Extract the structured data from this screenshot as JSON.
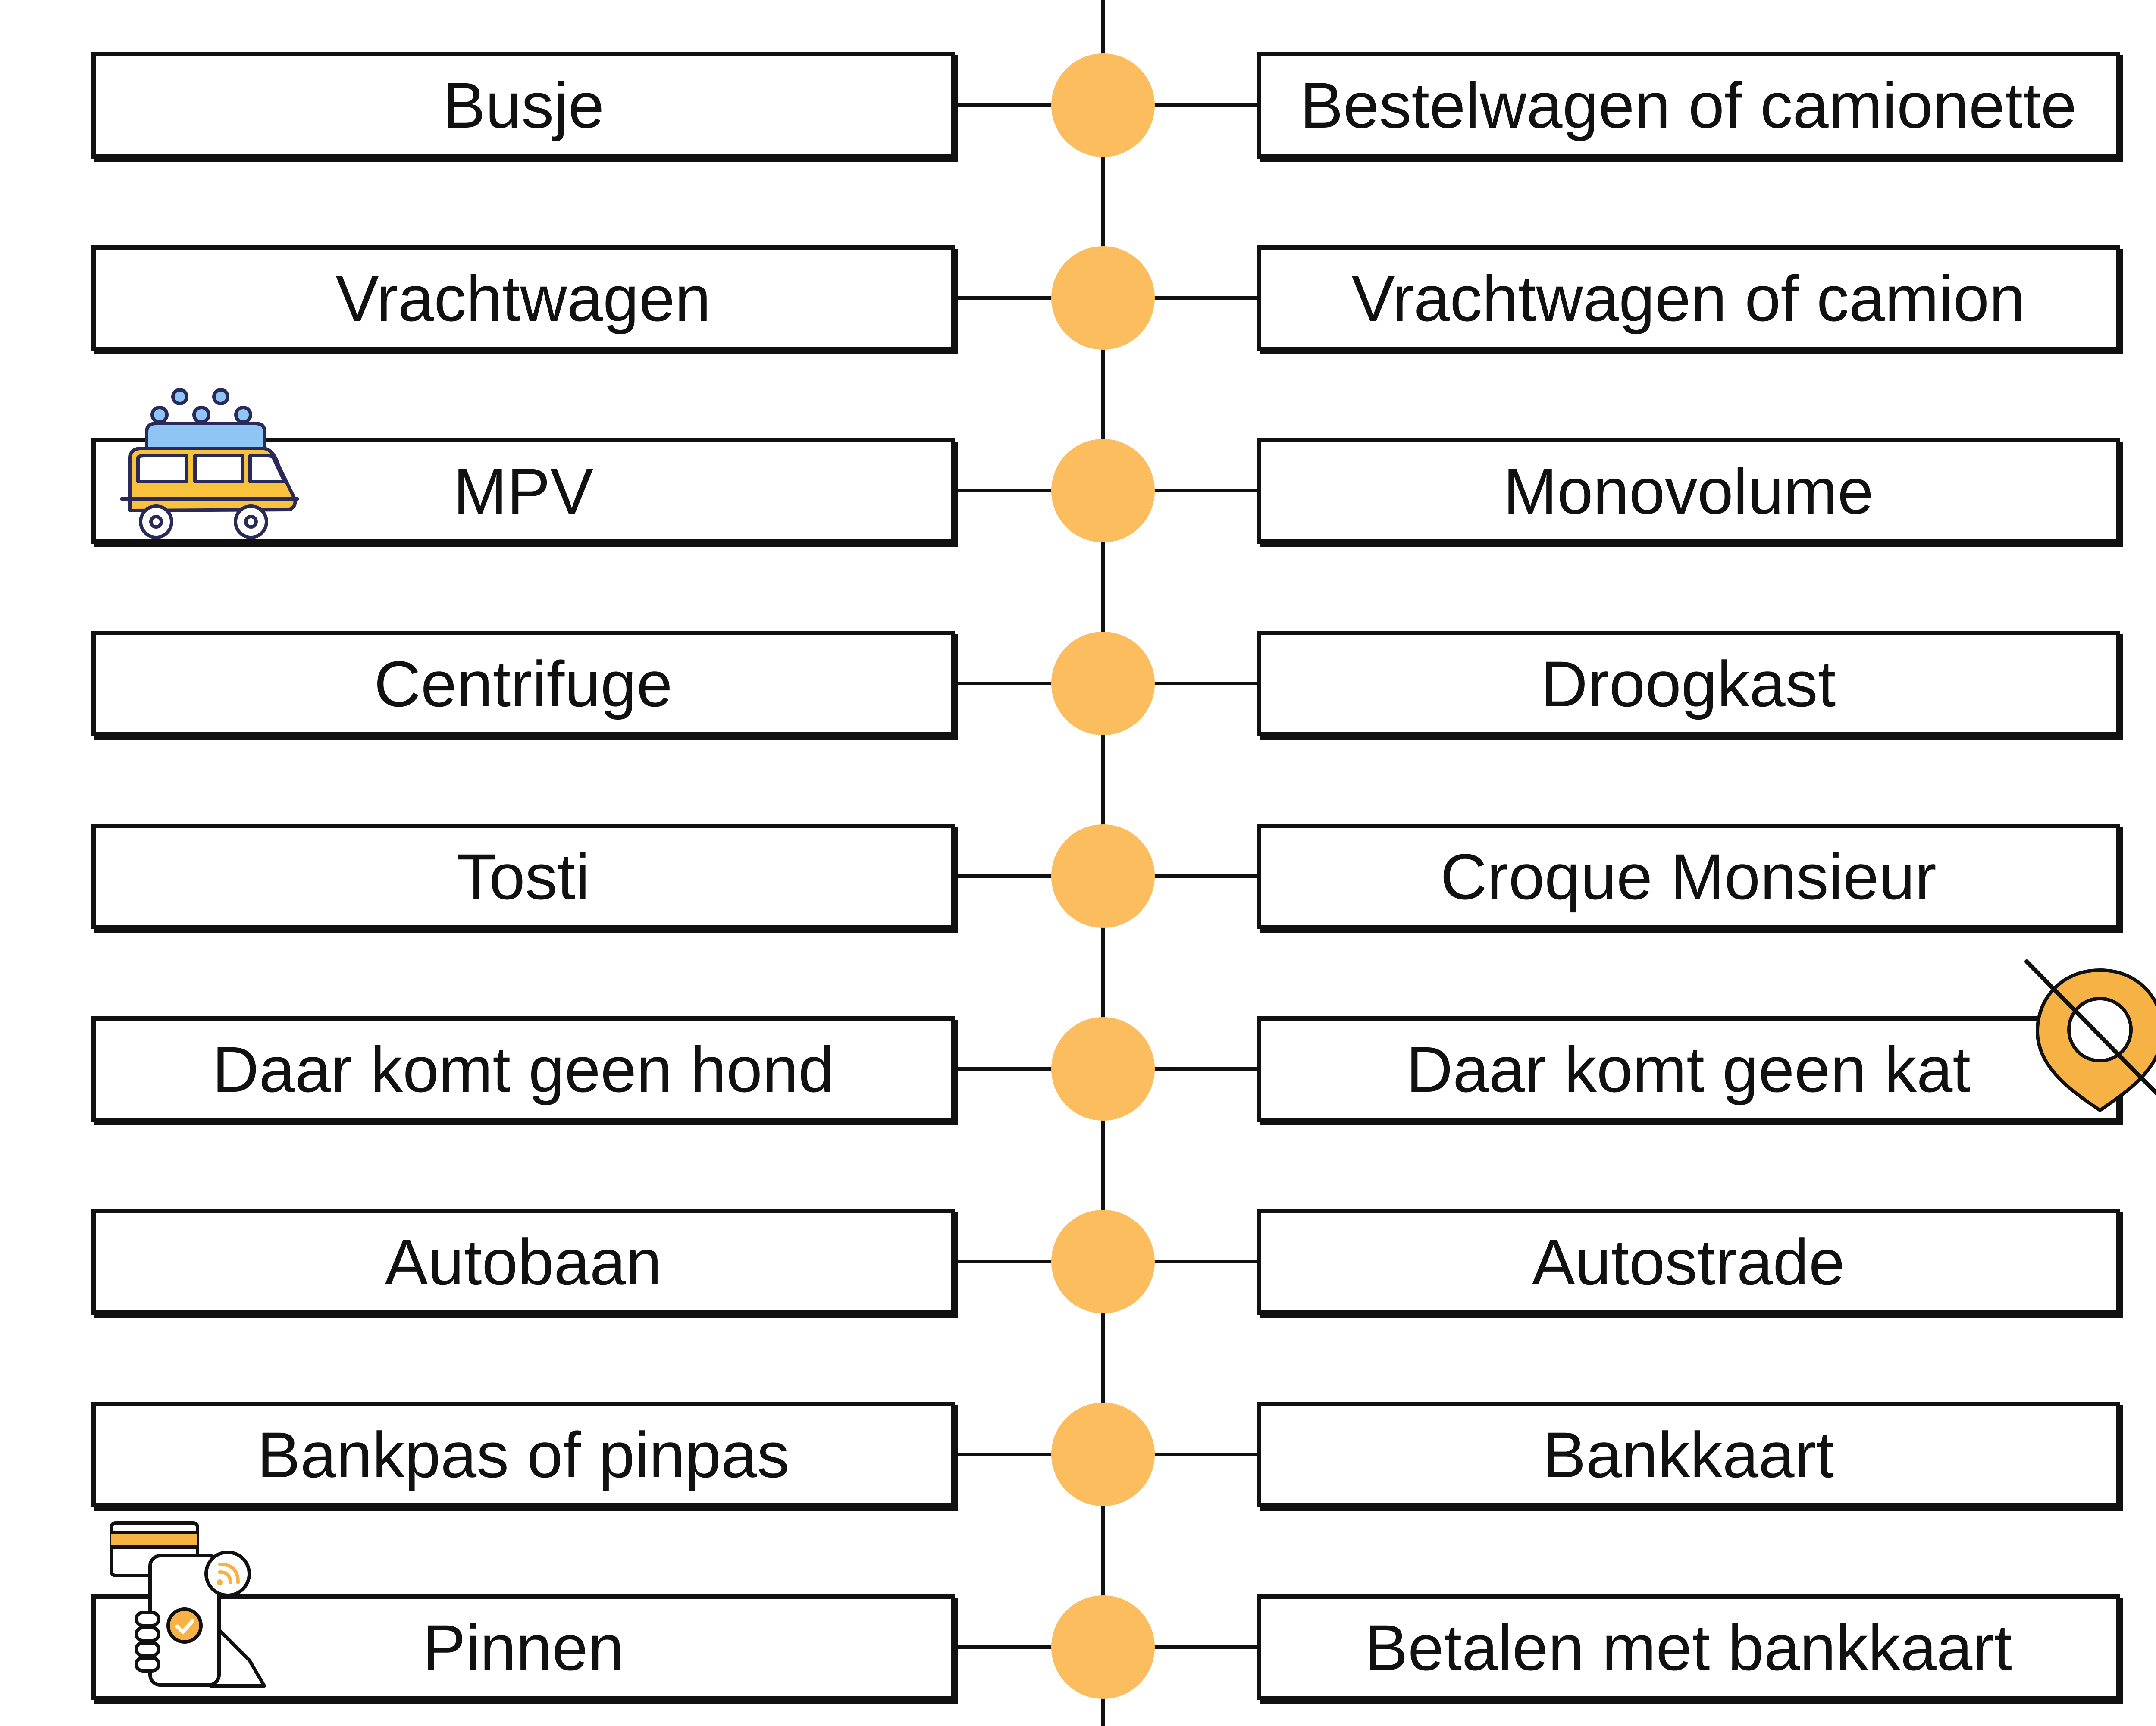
{
  "colors": {
    "node": "#fbbd5e",
    "line": "#111111",
    "van_body": "#f9c23c",
    "people": "#8ec5f4"
  },
  "rows": [
    {
      "left": "Busje",
      "right": "Bestelwagen of camionette"
    },
    {
      "left": "Vrachtwagen",
      "right": "Vrachtwagen of camion"
    },
    {
      "left": "MPV",
      "right": "Monovolume"
    },
    {
      "left": "Centrifuge",
      "right": "Droogkast"
    },
    {
      "left": "Tosti",
      "right": "Croque Monsieur"
    },
    {
      "left": "Daar komt geen hond",
      "right": "Daar komt geen kat"
    },
    {
      "left": "Autobaan",
      "right": "Autostrade"
    },
    {
      "left": "Bankpas of pinpas",
      "right": "Bankkaart"
    },
    {
      "left": "Pinnen",
      "right": "Betalen met bankkaart"
    }
  ],
  "icons": {
    "van": "minivan-with-passengers-icon",
    "location": "crossed-out-location-pin-icon",
    "payment": "phone-card-payment-icon"
  }
}
